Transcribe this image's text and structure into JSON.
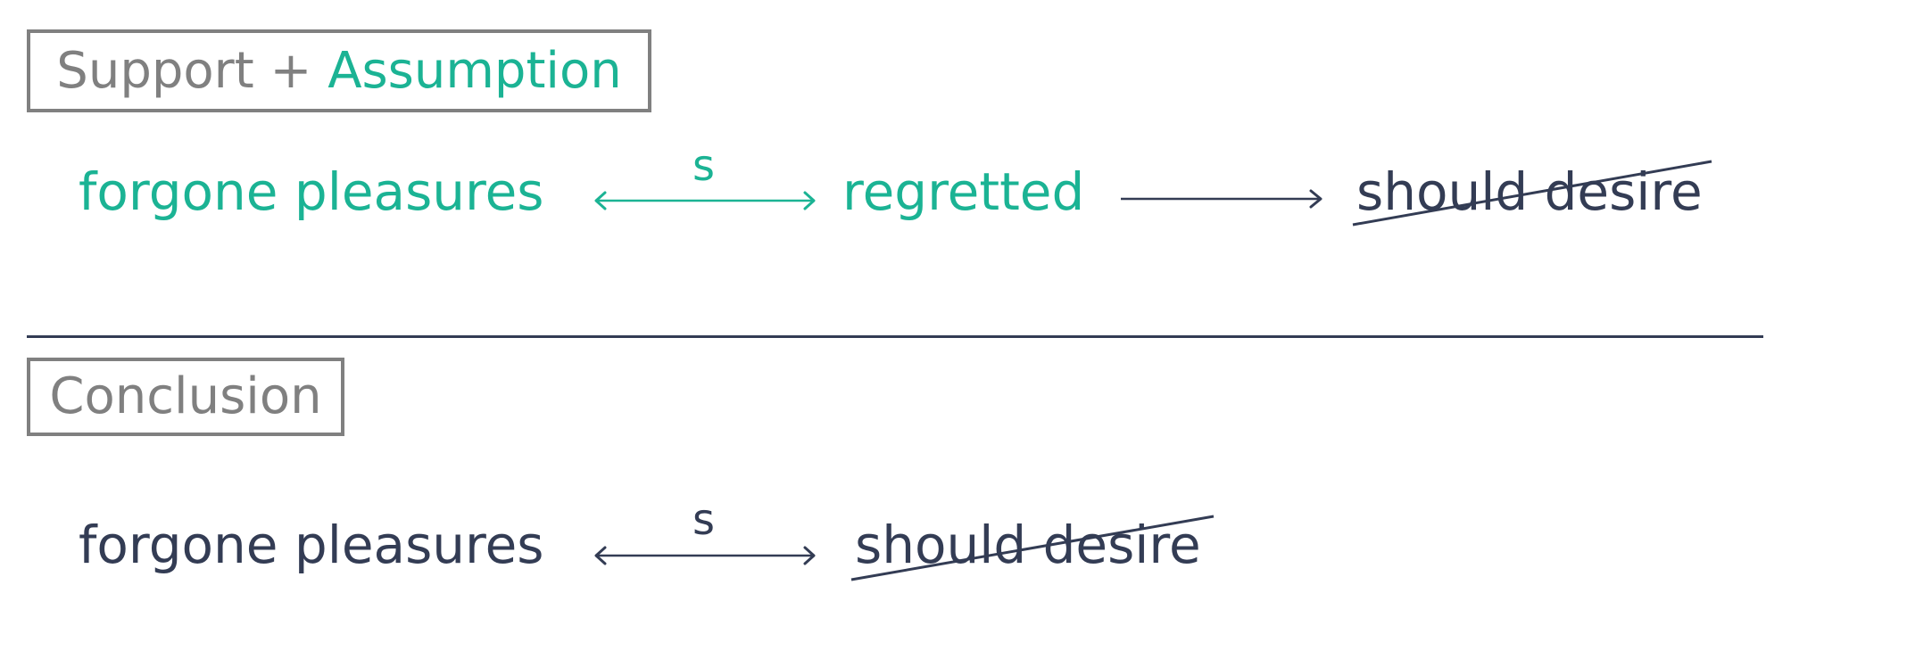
{
  "colors": {
    "accent": "#1bb394",
    "ink": "#333c54",
    "box_border": "#808080"
  },
  "premise_box": {
    "label_part1": "Support + ",
    "label_part2": "Assumption"
  },
  "premise_chain": {
    "term1": "forgone pleasures",
    "relation1": "s",
    "term2": "regretted",
    "term3": "should desire",
    "term3_struck": true
  },
  "conclusion_box": {
    "label": "Conclusion"
  },
  "conclusion_chain": {
    "term1": "forgone pleasures",
    "relation1": "s",
    "term2": "should desire",
    "term2_struck": true
  }
}
